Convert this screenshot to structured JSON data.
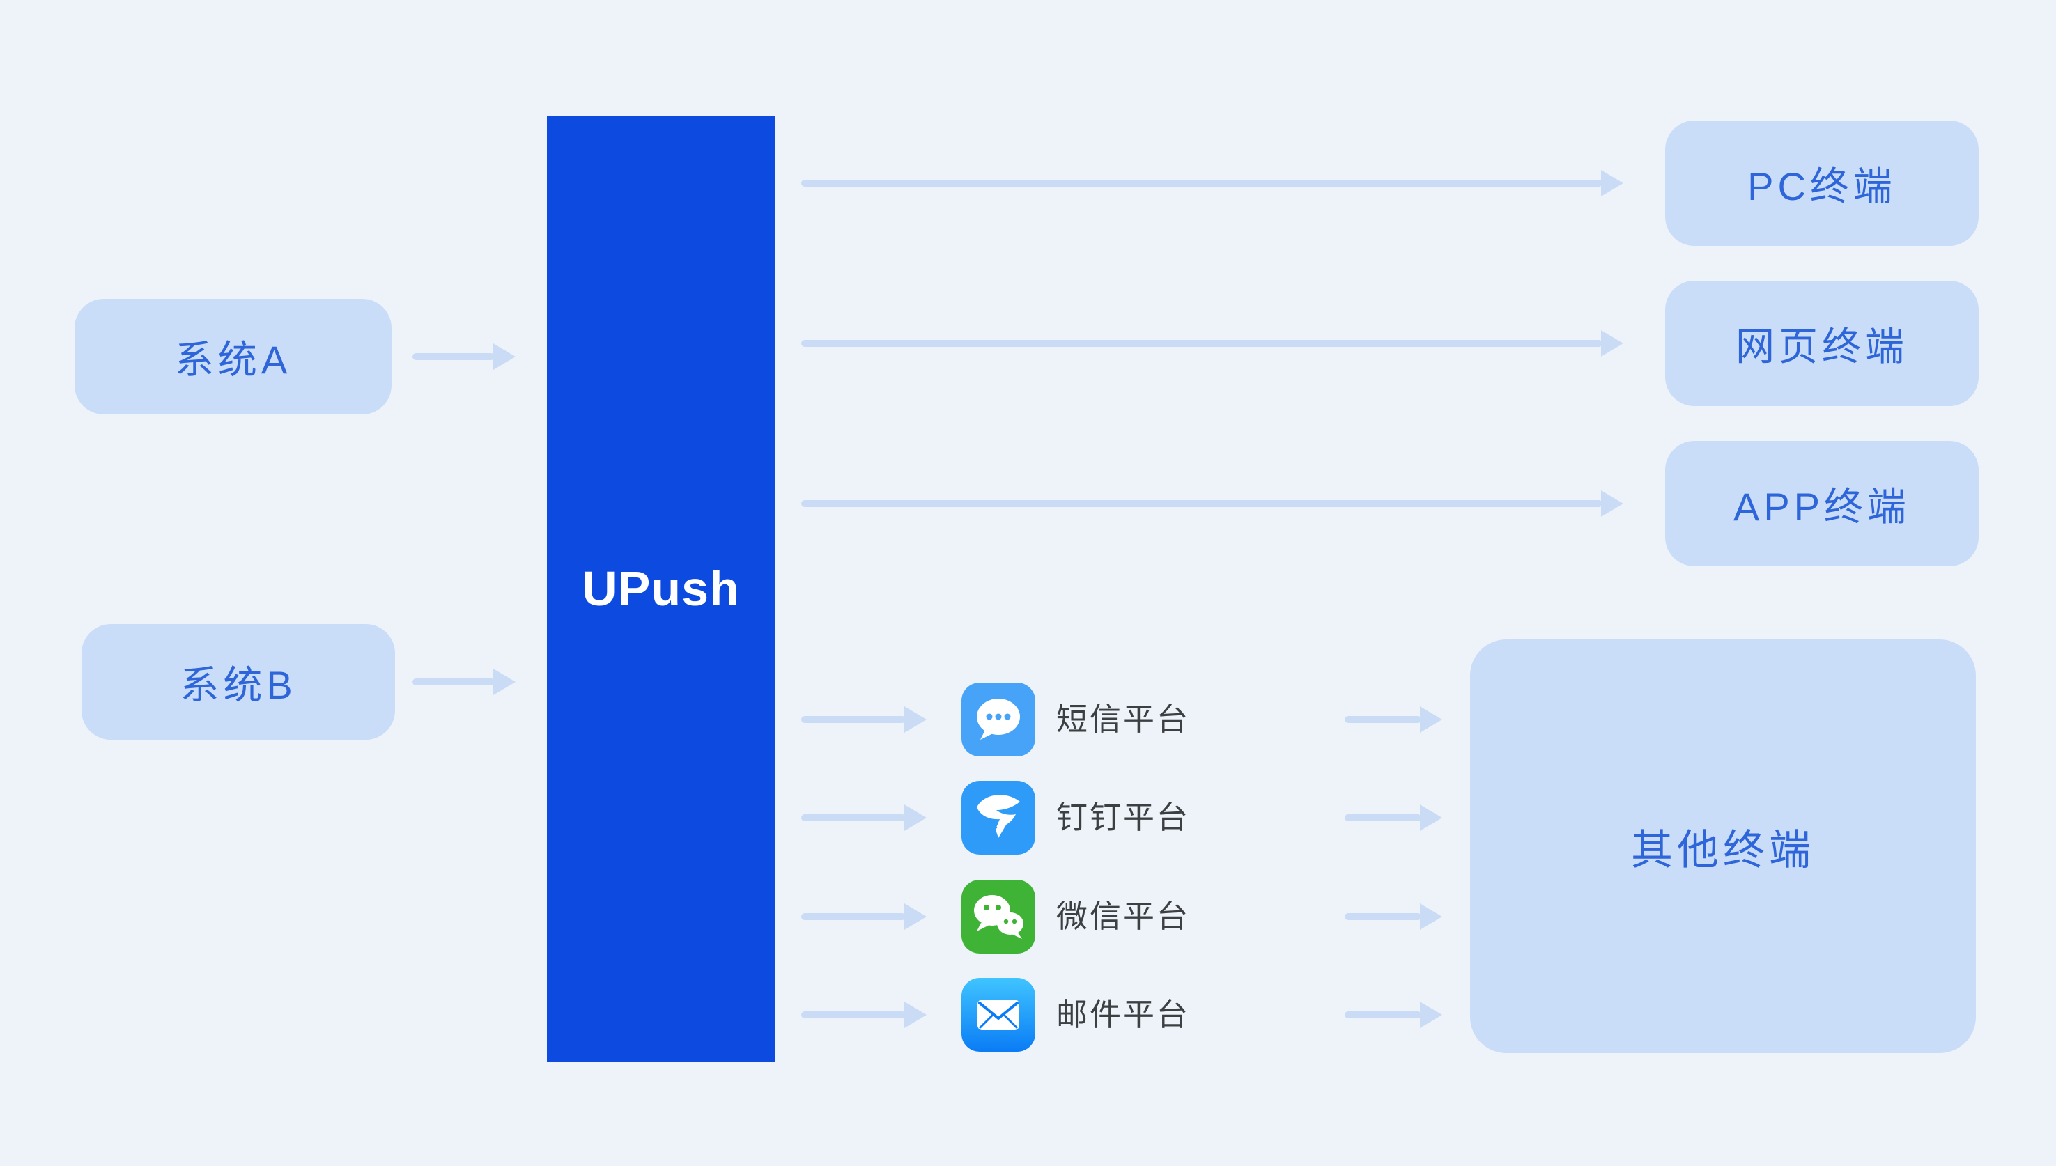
{
  "diagram": {
    "sources": [
      {
        "label": "系统A"
      },
      {
        "label": "系统B"
      }
    ],
    "hub": {
      "label": "UPush"
    },
    "terminals": [
      {
        "label": "PC终端"
      },
      {
        "label": "网页终端"
      },
      {
        "label": "APP终端"
      }
    ],
    "platforms": [
      {
        "label": "短信平台",
        "icon": "sms-icon"
      },
      {
        "label": "钉钉平台",
        "icon": "dingtalk-icon"
      },
      {
        "label": "微信平台",
        "icon": "wechat-icon"
      },
      {
        "label": "邮件平台",
        "icon": "mail-icon"
      }
    ],
    "other_terminal": {
      "label": "其他终端"
    },
    "colors": {
      "background": "#eef3fa",
      "node_bg": "#c9dcf8",
      "node_text": "#2e66d9",
      "hub_bg": "#0d4be0",
      "hub_text": "#ffffff",
      "arrow": "#cadcf5",
      "platform_text": "#3c4043",
      "sms_bg": "#47a3f8",
      "dingtalk_bg": "#2d9bf7",
      "wechat_bg": "#3eb336",
      "mail_top": "#40c4ff",
      "mail_bottom": "#0a7cf5"
    }
  }
}
